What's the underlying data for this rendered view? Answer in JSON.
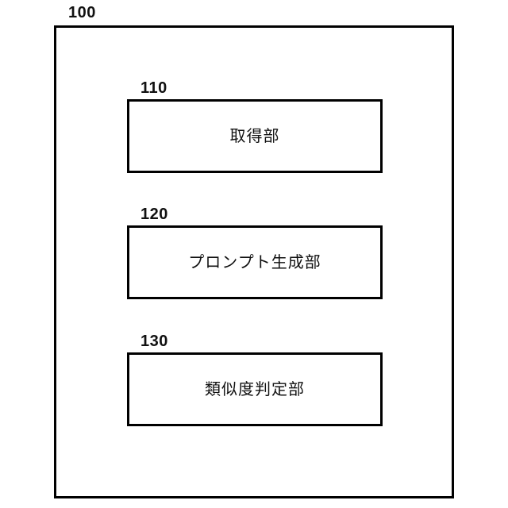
{
  "figure": {
    "outer": {
      "ref": "100"
    },
    "blocks": [
      {
        "ref": "110",
        "label": "取得部"
      },
      {
        "ref": "120",
        "label": "プロンプト生成部"
      },
      {
        "ref": "130",
        "label": "類似度判定部"
      }
    ]
  },
  "colors": {
    "line": "#000000",
    "background": "#ffffff",
    "text": "#111111"
  }
}
